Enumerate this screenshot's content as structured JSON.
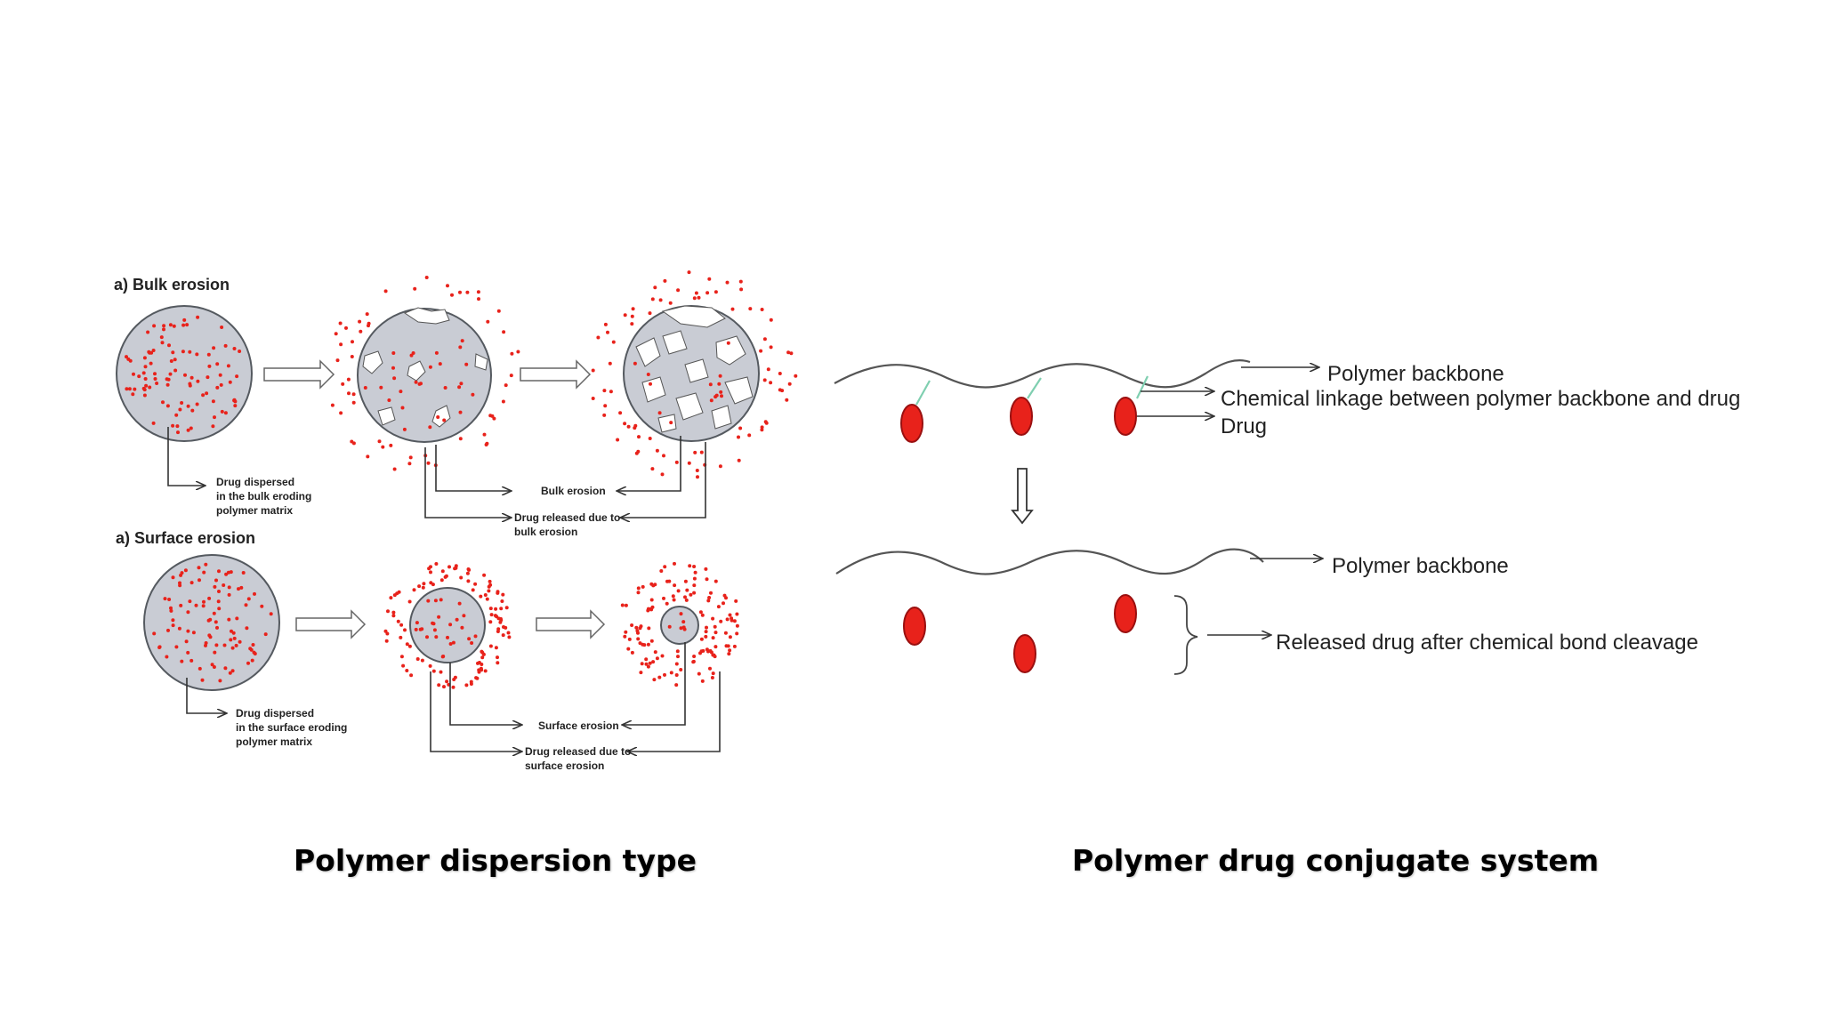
{
  "colors": {
    "drug": "#e8221b",
    "matrix_fill": "#c9ccd4",
    "matrix_stroke": "#555a60",
    "line": "#333333",
    "linkage": "#7fcfb0",
    "drug_stroke": "#9a1010"
  },
  "left": {
    "bulk_title": "a) Bulk erosion",
    "bulk_label_dispersed": [
      "Drug dispersed",
      "in the bulk eroding",
      "polymer matrix"
    ],
    "bulk_label_erosion": "Bulk erosion",
    "bulk_label_released": [
      "Drug released due to",
      "bulk erosion"
    ],
    "surface_title": "a) Surface erosion",
    "surface_label_dispersed": [
      "Drug dispersed",
      "in the surface eroding",
      "polymer matrix"
    ],
    "surface_label_erosion": "Surface erosion",
    "surface_label_released": [
      "Drug released due to",
      "surface erosion"
    ],
    "caption": "Polymer dispersion type"
  },
  "right": {
    "label_backbone": "Polymer backbone",
    "label_linkage": "Chemical linkage between polymer backbone and drug",
    "label_drug": "Drug",
    "label_backbone_after": "Polymer backbone",
    "label_released": "Released drug after chemical bond cleavage",
    "caption": "Polymer drug conjugate system"
  }
}
